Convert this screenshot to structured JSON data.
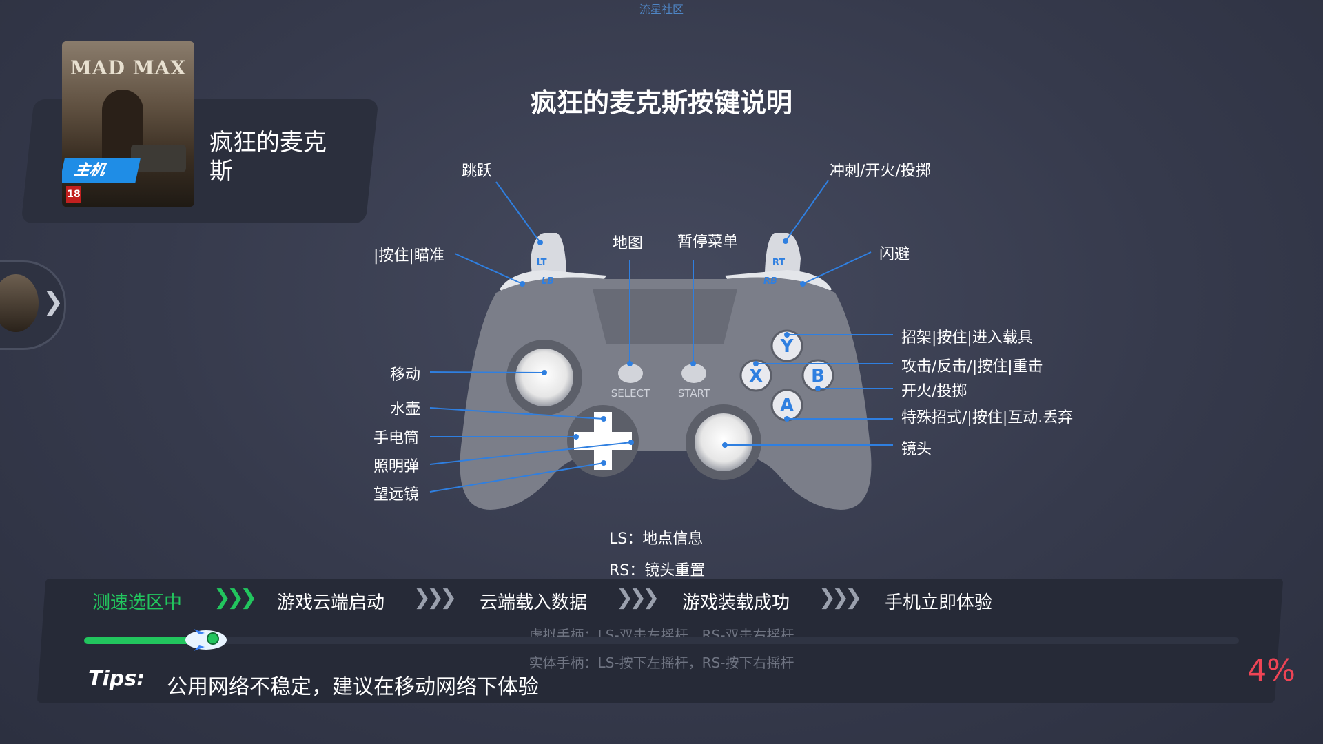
{
  "watermark": "流星社区",
  "game": {
    "cover_title": "MAD MAX",
    "cover_badge": "主机",
    "cover_age": "18",
    "name": "疯狂的麦克斯"
  },
  "title": "疯狂的麦克斯按键说明",
  "controller": {
    "button_letters": {
      "lt": "LT",
      "rt": "RT",
      "lb": "LB",
      "rb": "RB",
      "y": "Y",
      "x": "X",
      "b": "B",
      "a": "A"
    },
    "select_label": "SELECT",
    "start_label": "START",
    "labels": {
      "jump": "跳跃",
      "aim": "|按住|瞄准",
      "map": "地图",
      "pause": "暂停菜单",
      "sprint": "冲刺/开火/投掷",
      "dodge": "闪避",
      "move": "移动",
      "canteen": "水壶",
      "flashlight": "手电筒",
      "flare": "照明弹",
      "binoculars": "望远镜",
      "y_action": "招架|按住|进入载具",
      "x_action": "攻击/反击/|按住|重击",
      "b_action": "开火/投掷",
      "a_action": "特殊招式/|按住|互动.丢弃",
      "camera": "镜头"
    }
  },
  "ls_info": "LS：地点信息",
  "rs_info": "RS：镜头重置",
  "steps": [
    {
      "label": "测速选区中",
      "active": true
    },
    {
      "label": "游戏云端启动",
      "active": false
    },
    {
      "label": "云端载入数据",
      "active": false
    },
    {
      "label": "游戏装载成功",
      "active": false
    },
    {
      "label": "手机立即体验",
      "active": false
    }
  ],
  "progress": {
    "percent_value": 0.04,
    "percent_text": "4%"
  },
  "hints": {
    "virtual": "虚拟手柄：LS-双击左摇杆，RS-双击右摇杆",
    "physical": "实体手柄：LS-按下左摇杆，RS-按下右摇杆"
  },
  "tips": {
    "label": "Tips:",
    "text": "公用网络不稳定，建议在移动网络下体验"
  },
  "colors": {
    "accent_green": "#22c55e",
    "leader_blue": "#2f7fe0",
    "percent_red": "#ef4455"
  }
}
